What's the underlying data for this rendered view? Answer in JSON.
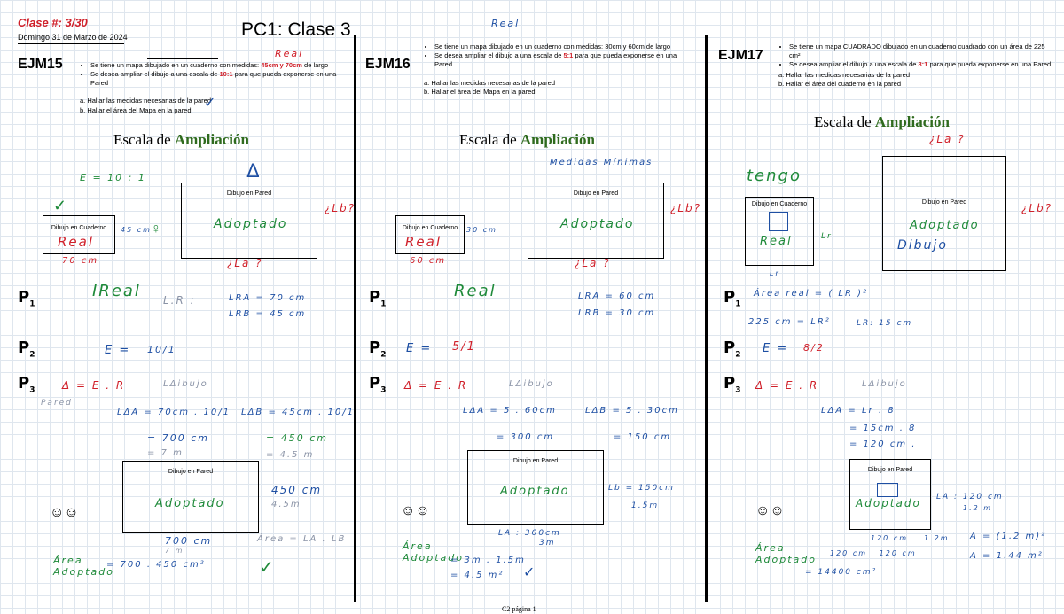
{
  "header": {
    "clase": "Clase #: 3/30",
    "date": "Domingo 31 de Marzo de 2024",
    "title": "PC1: Clase 3"
  },
  "ejm15": {
    "id": "EJM15",
    "b1a": "Se tiene un mapa dibujado en un cuaderno con medidas: ",
    "b1h": "45cm y 70cm",
    "b1b": " de largo",
    "b2a": "Se desea ampliar el dibujo a una escala de ",
    "b2h": "10:1",
    "b2b": " para que pueda exponerse en una Pared",
    "qa": "a.  Hallar las medidas necesarias de la pared",
    "qb": "b.  Hallar el área del Mapa en la pared",
    "scale_a": "Escala de ",
    "scale_b": "Ampliación",
    "box_pared": "Dibujo en Pared",
    "box_cuad": "Dibujo en Cuaderno",
    "box_pared2": "Dibujo en Pared",
    "hw": {
      "real_top": "Real",
      "E": "E = 10 : 1",
      "delta": "Δ",
      "adoptado": "Adoptado",
      "q_la": "¿La ?",
      "q_lb": "¿Lb?",
      "cm45": "45 cm",
      "real": "Real",
      "cm70": "70 cm",
      "p1": "IReal",
      "lr": "L.R :",
      "lra": "LRA = 70 cm",
      "lrb": "LRB = 45 cm",
      "e2": "E =",
      "e2v": "10/1",
      "formula": "Δ = E . R",
      "ldibujo": "LΔibujo",
      "pared": "Pared",
      "l1": "LΔA = 70cm . 10/1",
      "l2": "LΔB = 45cm . 10/1",
      "r1": "= 700 cm",
      "r2": "= 450 cm",
      "r3": "= 7 m",
      "r4": "= 4.5 m",
      "adoptado2": "Adoptado",
      "s450": "450 cm",
      "s45m": "4.5m",
      "s700": "700 cm",
      "s7m": "7 m",
      "area_f": "Área = LA . LB",
      "area": "Área Adoptado",
      "area_v": "= 700 . 450 cm²"
    }
  },
  "ejm16": {
    "id": "EJM16",
    "b1": "Se tiene un mapa dibujado en un cuaderno con medidas: 30cm y 60cm de largo",
    "b2a": "Se desea ampliar el dibujo a una escala de ",
    "b2h": "5:1",
    "b2b": " para que pueda exponerse en una Pared",
    "qa": "a.  Hallar las medidas necesarias de la pared",
    "qb": "b.  Hallar el área del Mapa en la pared",
    "scale_a": "Escala de ",
    "scale_b": "Ampliación",
    "box_pared": "Dibujo en Pared",
    "box_cuad": "Dibujo en Cuaderno",
    "box_pared2": "Dibujo en Pared",
    "hw": {
      "real_top": "Real",
      "medidas": "Medidas Mínimas",
      "adoptado": "Adoptado",
      "q_lb": "¿Lb?",
      "q_la": "¿La ?",
      "cm30": "30 cm",
      "real": "Real",
      "cm60": "60 cm",
      "p1": "Real",
      "lra": "LRA = 60 cm",
      "lrb": "LRB = 30 cm",
      "e2": "E =",
      "e2v": "5/1",
      "formula": "Δ = E . R",
      "ldibujo": "LΔibujo",
      "l1": "LΔA = 5 . 60cm",
      "l2": "LΔB = 5 . 30cm",
      "r1": "= 300 cm",
      "r2": "= 150 cm",
      "adoptado2": "Adoptado",
      "lb": "Lb = 150cm",
      "lbm": "1.5m",
      "la": "LA : 300cm",
      "lam": "3m",
      "area": "Área Adoptado",
      "area1": "= 3m . 1.5m",
      "area2": "= 4.5 m²"
    }
  },
  "ejm17": {
    "id": "EJM17",
    "b1": "Se tiene un mapa CUADRADO dibujado en un cuaderno cuadrado con un área de 225 cm²",
    "b2a": "Se desea ampliar el dibujo a una escala de ",
    "b2h": "8:1",
    "b2b": " para que pueda exponerse en una Pared",
    "qa": "a.  Hallar las medidas necesarias de la pared",
    "qb": "b.  Hallar el área del cuaderno en la pared",
    "scale_a": "Escala de ",
    "scale_b": "Ampliación",
    "box_pared": "Dibujo en Pared",
    "box_cuad": "Dibujo en Cuaderno",
    "box_pared2": "Dibujo en Pared",
    "hw": {
      "q_la_top": "¿La ?",
      "tengo": "tengo",
      "q_lb": "¿Lb?",
      "adoptado": "Adoptado",
      "dibujo": "Dibujo",
      "real": "Real",
      "lr": "Lr",
      "lr2": "Lr",
      "p1a": "Área real = ( LR )²",
      "p1b": "225 cm = LR²",
      "p1c": "LR: 15 cm",
      "e2": "E =",
      "e2v": "8/2",
      "formula": "Δ = E . R",
      "ldibujo": "LΔibujo",
      "l1": "LΔA = Lr . 8",
      "l2": "= 15cm . 8",
      "l3": "= 120 cm .",
      "adoptado2": "Adoptado",
      "la": "LA : 120 cm",
      "lam": "1.2 m",
      "cm120": "120 cm",
      "m12": "1.2m",
      "a1": "A = (1.2 m)²",
      "a2": "A = 1.44 m²",
      "area": "Área Adoptado",
      "area1": "120 cm . 120 cm",
      "area2": "= 14400 cm²"
    }
  },
  "footer": "C2 página 1"
}
